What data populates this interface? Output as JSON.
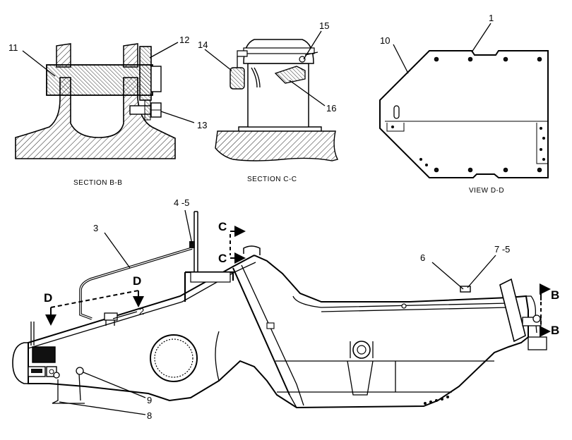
{
  "captions": {
    "section_bb": "SECTION  B-B",
    "section_cc": "SECTION  C-C",
    "view_dd": "VIEW  D-D"
  },
  "callouts": {
    "c1": "1",
    "c2": "2",
    "c3": "3",
    "c4": "4 -5",
    "c6": "6",
    "c7": "7 -5",
    "c8": "8",
    "c9": "9",
    "c10": "10",
    "c11": "11",
    "c12": "12",
    "c13": "13",
    "c14": "14",
    "c15": "15",
    "c16": "16"
  },
  "view_markers": {
    "b_top": "B",
    "b_bottom": "B",
    "c_top": "C",
    "c_bottom": "C",
    "d_left": "D",
    "d_right": "D"
  }
}
